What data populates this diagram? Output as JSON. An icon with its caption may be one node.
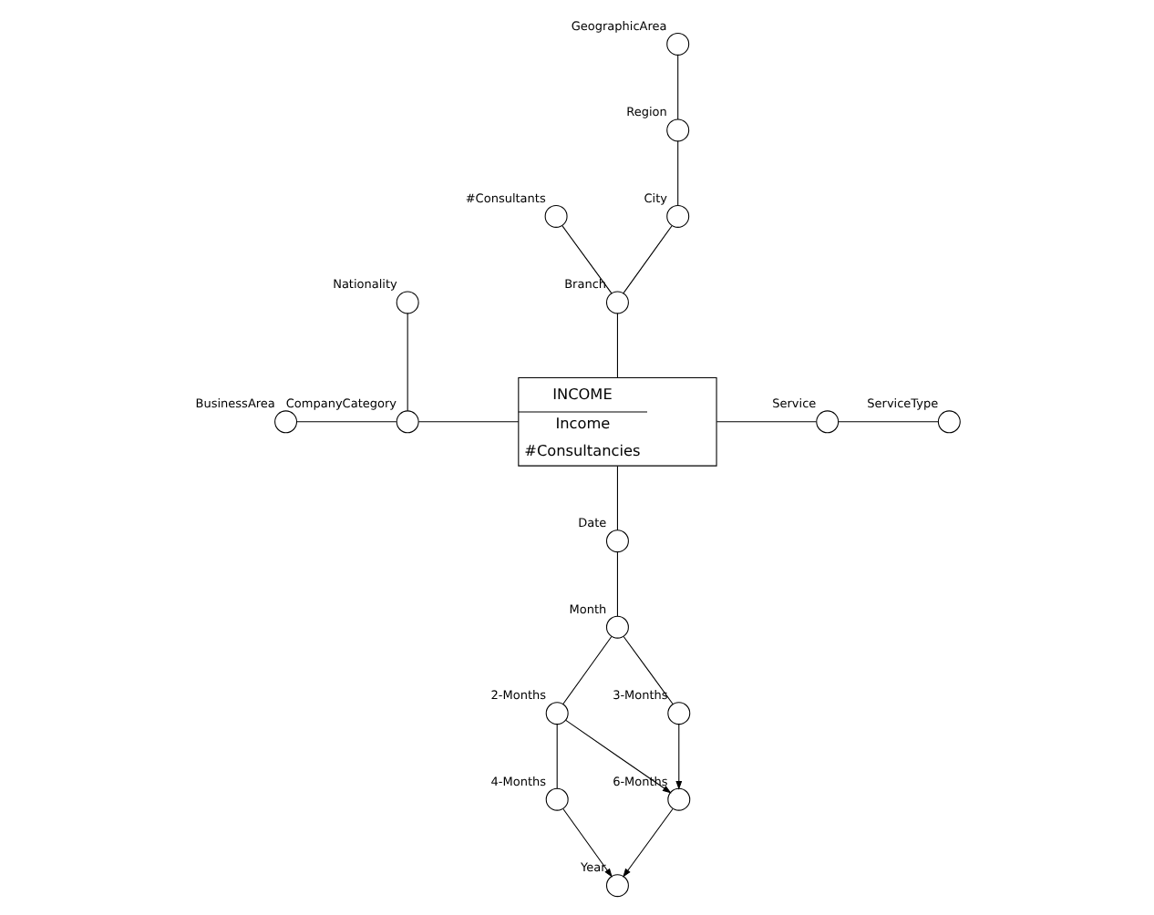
{
  "diagram": {
    "nodes": [
      {
        "text": [
          "INCOME",
          "Income",
          "#Consultancies"
        ]
      },
      {
        "text": [],
        "shape": "circle",
        "beside": [
          "Branch"
        ]
      },
      {
        "text": [],
        "shape": "circle",
        "beside": [
          "#Consultants"
        ]
      },
      {
        "text": [],
        "shape": "circle",
        "beside": [
          "City"
        ]
      },
      {
        "text": [],
        "shape": "circle",
        "beside": [
          "Region"
        ]
      },
      {
        "text": [],
        "shape": "circle",
        "beside": [
          "GeographicArea"
        ]
      },
      {
        "text": [],
        "shape": "circle",
        "beside": [
          "Service"
        ]
      },
      {
        "text": [],
        "shape": "circle",
        "beside": [
          "ServiceType"
        ]
      },
      {
        "text": [],
        "shape": "circle",
        "beside": [
          "CompanyCategory"
        ]
      },
      {
        "text": [],
        "shape": "circle",
        "beside": [
          "Nationality"
        ]
      },
      {
        "text": [],
        "shape": "circle",
        "beside": [
          "BusinessArea"
        ]
      },
      {
        "text": [],
        "shape": "circle",
        "beside": [
          "Date"
        ]
      },
      {
        "text": [],
        "shape": "circle",
        "beside": [
          "Month"
        ]
      },
      {
        "text": [],
        "shape": "circle",
        "beside": [
          "2-Months"
        ]
      },
      {
        "text": [],
        "shape": "circle",
        "beside": [
          "3-Months"
        ]
      },
      {
        "text": [],
        "shape": "circle",
        "beside": [
          "4-Months"
        ]
      },
      {
        "text": [],
        "shape": "circle",
        "beside": [
          "6-Months"
        ]
      },
      {
        "text": [],
        "shape": "circle",
        "beside": [
          "Year"
        ]
      }
    ],
    "edges": [
      {
        "from": 0,
        "to": 1,
        "arrow": "none"
      },
      {
        "from": 1,
        "to": 2,
        "arrow": "none"
      },
      {
        "from": 1,
        "to": 3,
        "arrow": "none"
      },
      {
        "from": 3,
        "to": 4,
        "arrow": "none"
      },
      {
        "from": 4,
        "to": 5,
        "arrow": "none"
      },
      {
        "from": 0,
        "to": 6,
        "arrow": "none"
      },
      {
        "from": 6,
        "to": 7,
        "arrow": "none"
      },
      {
        "from": 0,
        "to": 8,
        "arrow": "none"
      },
      {
        "from": 8,
        "to": 9,
        "arrow": "none"
      },
      {
        "from": 8,
        "to": 10,
        "arrow": "none"
      },
      {
        "from": 0,
        "to": 11,
        "arrow": "none"
      },
      {
        "from": 11,
        "to": 12,
        "arrow": "none"
      },
      {
        "from": 12,
        "to": 13,
        "arrow": "none"
      },
      {
        "from": 12,
        "to": 14,
        "arrow": "none"
      },
      {
        "from": 13,
        "to": 15,
        "arrow": "none"
      },
      {
        "from": 13,
        "to": 16,
        "arrow": "to"
      },
      {
        "from": 14,
        "to": 16,
        "arrow": "to"
      },
      {
        "from": 15,
        "to": 17,
        "arrow": "to"
      },
      {
        "from": 16,
        "to": 17,
        "arrow": "to"
      }
    ]
  }
}
